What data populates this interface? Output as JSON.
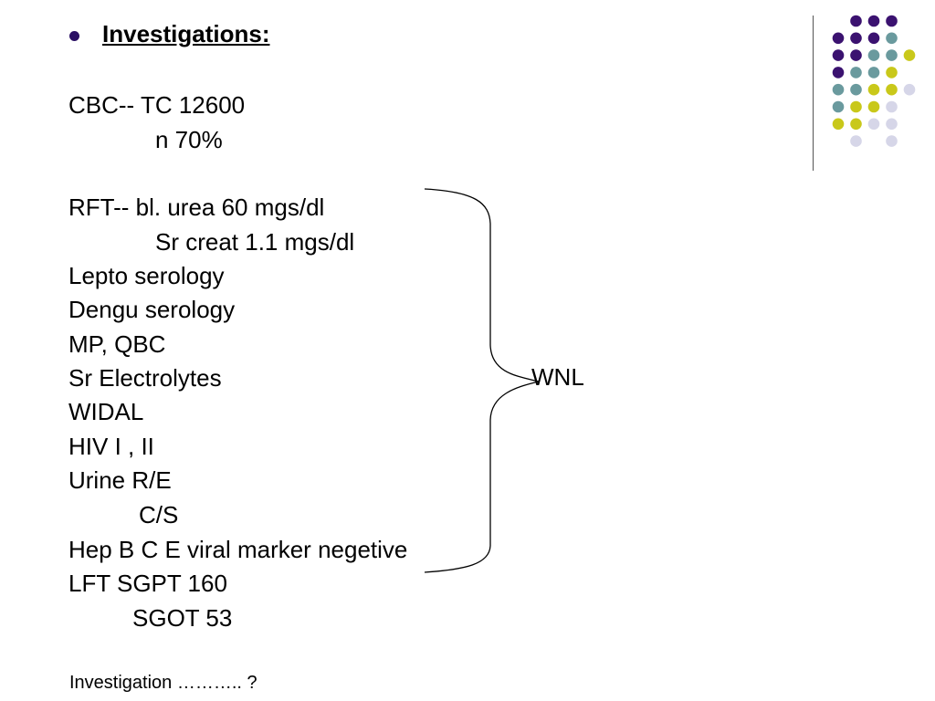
{
  "slide": {
    "heading": "Investigations:",
    "lines": {
      "cbc_tc": "CBC--  TC  12600",
      "cbc_n": "n    70%",
      "rft_urea": "RFT--   bl. urea  60 mgs/dl",
      "rft_creat": "Sr creat 1.1 mgs/dl",
      "lepto": "Lepto serology",
      "dengu": "Dengu serology",
      "mp_qbc": "MP, QBC",
      "electrolytes": "Sr Electrolytes",
      "widal": "WIDAL",
      "hiv": "HIV I , II",
      "urine_re": "Urine R/E",
      "urine_cs": "C/S",
      "hep": "Hep B C E viral marker negetive",
      "lft_sgpt": "LFT   SGPT  160",
      "lft_sgot": "SGOT  53"
    },
    "wnl_label": "WNL",
    "footer": "Investigation ……….. ?"
  },
  "colors": {
    "purple": "#3b1270",
    "teal": "#6a9a9e",
    "yellow": "#c9c81a",
    "lavender": "#d6d6e8"
  }
}
